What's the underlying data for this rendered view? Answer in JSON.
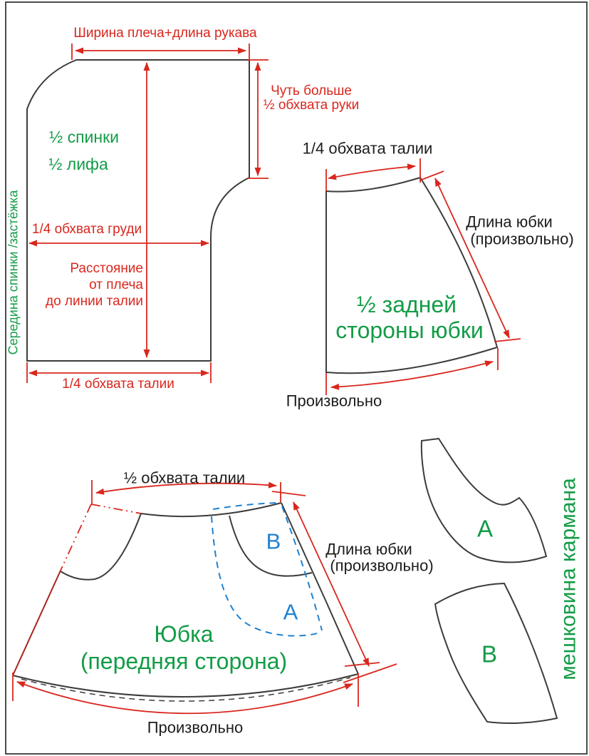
{
  "colors": {
    "dimension_red": "#d9271e",
    "dark_red_edge": "#a8241b",
    "piece_green": "#139c47",
    "pocket_blue": "#1e82d2",
    "text_black": "#1d1d1b",
    "outline": "#3c3c3b"
  },
  "bodice": {
    "dim_top": "Ширина плеча+длина рукава",
    "dim_arm": [
      "Чуть больше",
      "½ обхвата руки"
    ],
    "name": [
      "½ спинки",
      "½ лифа"
    ],
    "edge_label": "Середина спинки /застёжка",
    "dim_chest": "1/4 обхвата груди",
    "dim_height": [
      "Расстояние",
      "от плеча",
      "до линии талии"
    ],
    "dim_waist": "1/4 обхвата талии"
  },
  "skirt_back": {
    "dim_waist": "1/4 обхвата талии",
    "name": [
      "½ задней",
      "стороны юбки"
    ],
    "dim_length": [
      "Длина юбки",
      "(произвольно)"
    ],
    "dim_hem": "Произвольно"
  },
  "skirt_front": {
    "dim_waist": "½ обхвата талии",
    "name": [
      "Юбка",
      "(передняя сторона)"
    ],
    "dim_length": [
      "Длина юбки",
      "(произвольно)"
    ],
    "dim_hem": "Произвольно",
    "pocket_b": "В",
    "pocket_a": "А"
  },
  "pocket_bags": {
    "label": "мешковина кармана",
    "piece_a": "А",
    "piece_b": "В"
  }
}
